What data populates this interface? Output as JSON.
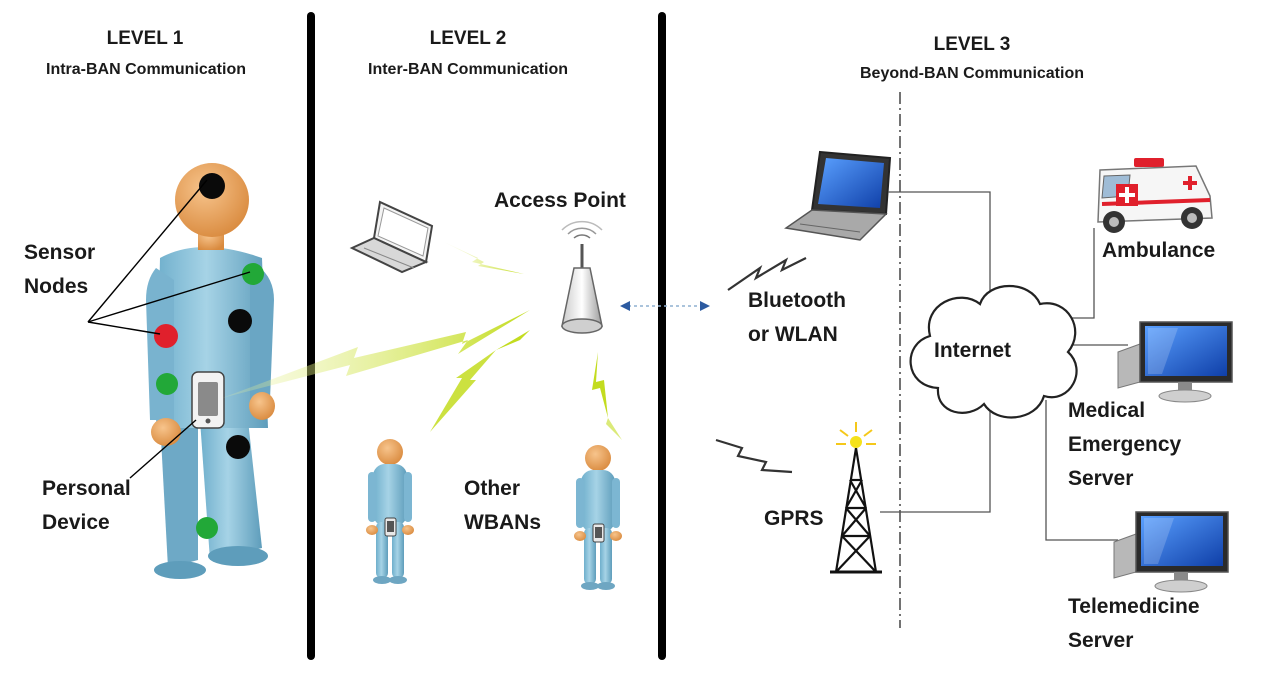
{
  "levels": [
    {
      "title": "LEVEL 1",
      "subtitle": "Intra-BAN Communication"
    },
    {
      "title": "LEVEL 2",
      "subtitle": "Inter-BAN Communication"
    },
    {
      "title": "LEVEL 3",
      "subtitle": "Beyond-BAN Communication"
    }
  ],
  "labels": {
    "sensor_nodes": [
      "Sensor",
      "Nodes"
    ],
    "personal_device": [
      "Personal",
      "Device"
    ],
    "access_point": "Access Point",
    "other_wbans": [
      "Other",
      "WBANs"
    ],
    "bluetooth_wlan": [
      "Bluetooth",
      "or WLAN"
    ],
    "gprs": "GPRS",
    "internet": "Internet",
    "ambulance": "Ambulance",
    "medical_server": [
      "Medical",
      "Emergency",
      "Server"
    ],
    "telemedicine_server": [
      "Telemedicine",
      "Server"
    ]
  },
  "colors": {
    "body": "#8fc4dc",
    "body_dark": "#5e9dbb",
    "skin": "#e8a15a",
    "sensor_green": "#22a838",
    "sensor_red": "#e0202c",
    "sensor_black": "#0a0a0a",
    "bolt": "#c8df2a",
    "screen_blue": "#1f64d8"
  },
  "icons": {
    "laptop": "laptop-icon",
    "access_point": "access-point-icon",
    "tower": "gprs-tower-icon",
    "cloud": "internet-cloud-icon",
    "ambulance": "ambulance-icon",
    "computer": "computer-icon",
    "wireless": "wireless-bolt-icon"
  }
}
